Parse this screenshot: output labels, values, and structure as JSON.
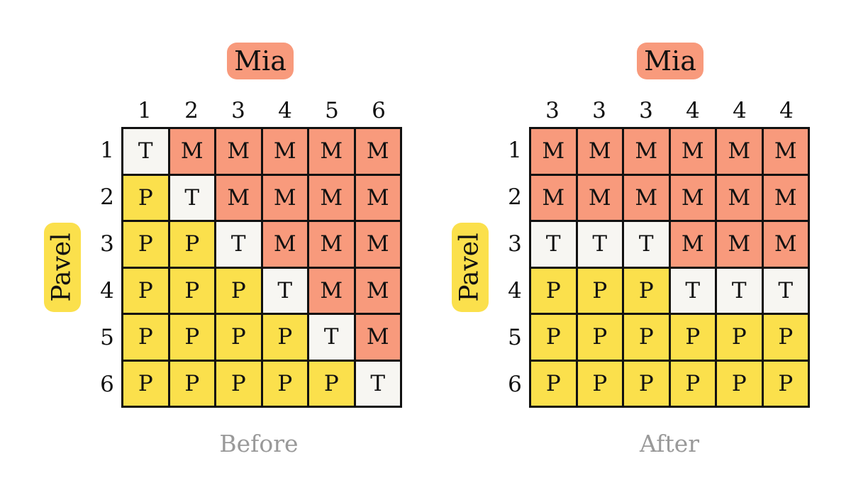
{
  "colors": {
    "mia": "#f89a7c",
    "pavel": "#fbe04c",
    "tie": "#f7f6f2",
    "caption": "#999999"
  },
  "panels": [
    {
      "caption": "Before",
      "top_label": "Mia",
      "side_label": "Pavel",
      "col_labels": [
        "1",
        "2",
        "3",
        "4",
        "5",
        "6"
      ],
      "row_labels": [
        "1",
        "2",
        "3",
        "4",
        "5",
        "6"
      ],
      "cells": [
        [
          "T",
          "M",
          "M",
          "M",
          "M",
          "M"
        ],
        [
          "P",
          "T",
          "M",
          "M",
          "M",
          "M"
        ],
        [
          "P",
          "P",
          "T",
          "M",
          "M",
          "M"
        ],
        [
          "P",
          "P",
          "P",
          "T",
          "M",
          "M"
        ],
        [
          "P",
          "P",
          "P",
          "P",
          "T",
          "M"
        ],
        [
          "P",
          "P",
          "P",
          "P",
          "P",
          "T"
        ]
      ]
    },
    {
      "caption": "After",
      "top_label": "Mia",
      "side_label": "Pavel",
      "col_labels": [
        "3",
        "3",
        "3",
        "4",
        "4",
        "4"
      ],
      "row_labels": [
        "1",
        "2",
        "3",
        "4",
        "5",
        "6"
      ],
      "cells": [
        [
          "M",
          "M",
          "M",
          "M",
          "M",
          "M"
        ],
        [
          "M",
          "M",
          "M",
          "M",
          "M",
          "M"
        ],
        [
          "T",
          "T",
          "T",
          "M",
          "M",
          "M"
        ],
        [
          "P",
          "P",
          "P",
          "T",
          "T",
          "T"
        ],
        [
          "P",
          "P",
          "P",
          "P",
          "P",
          "P"
        ],
        [
          "P",
          "P",
          "P",
          "P",
          "P",
          "P"
        ]
      ]
    }
  ]
}
